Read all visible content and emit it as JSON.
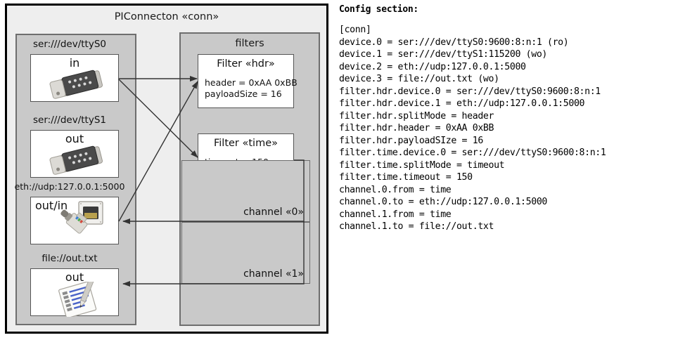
{
  "component": {
    "title": "PIConnecton «conn»",
    "devices_panel": {
      "title": ""
    },
    "filters_panel": {
      "title": "filters"
    }
  },
  "devices": [
    {
      "label": "ser:///dev/ttyS0",
      "kind": "in",
      "icon": "serial-port-icon"
    },
    {
      "label": "ser:///dev/ttyS1",
      "kind": "out",
      "icon": "serial-port-icon"
    },
    {
      "label": "eth://udp:127.0.0.1:5000",
      "kind": "out/in",
      "icon": "ethernet-icon"
    },
    {
      "label": "file://out.txt",
      "kind": "out",
      "icon": "text-file-icon"
    }
  ],
  "filters": [
    {
      "title": "Filter «hdr»",
      "props": "header = 0xAA 0xBB\npayloadSize = 16"
    },
    {
      "title": "Filter «time»",
      "props": "timeout = 150 ms"
    }
  ],
  "channels": [
    {
      "label": "channel «0»"
    },
    {
      "label": "channel «1»"
    }
  ],
  "config": {
    "heading": "Config section:",
    "text": "[conn]\ndevice.0 = ser:///dev/ttyS0:9600:8:n:1 (ro)\ndevice.1 = ser:///dev/ttyS1:115200 (wo)\ndevice.2 = eth://udp:127.0.0.1:5000\ndevice.3 = file://out.txt (wo)\nfilter.hdr.device.0 = ser:///dev/ttyS0:9600:8:n:1\nfilter.hdr.device.1 = eth://udp:127.0.0.1:5000\nfilter.hdr.splitMode = header\nfilter.hdr.header = 0xAA 0xBB\nfilter.hdr.payloadSIze = 16\nfilter.time.device.0 = ser:///dev/ttyS0:9600:8:n:1\nfilter.time.splitMode = timeout\nfilter.time.timeout = 150\nchannel.0.from = time\nchannel.0.to = eth://udp:127.0.0.1:5000\nchannel.1.from = time\nchannel.1.to = file://out.txt"
  },
  "colors": {
    "outer_bg": "#eeeeee",
    "panel_bg": "#c9c9c9",
    "card_bg": "#ffffff",
    "border_dark": "#000000",
    "border_mid": "#6e6e6e",
    "wire": "#333333"
  }
}
